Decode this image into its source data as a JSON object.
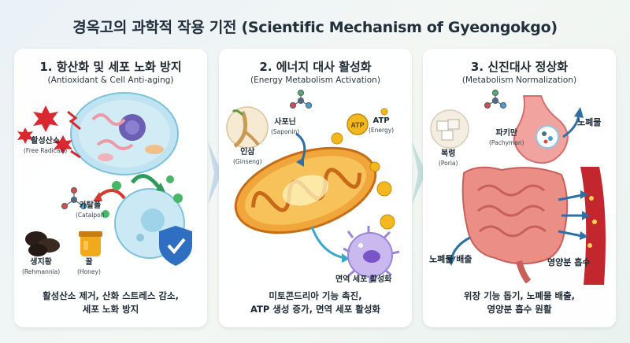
{
  "title": "경옥고의 과학적 작용 기전 (Scientific Mechanism of Gyeongokgo)",
  "panels": [
    {
      "title": "1. 항산화 및 세포 노화 방지",
      "subtitle": "(Antioxidant & Cell Anti-aging)",
      "desc_line1": "활성산소 제거, 산화 스트레스 감소,",
      "desc_line2": "세포 노화 방지",
      "labels": {
        "free_radicals": "활성산소",
        "free_radicals_en": "(Free Radicals)",
        "catalpol": "카탈폴",
        "catalpol_en": "(Catalpol)",
        "rehmannia": "생지황",
        "rehmannia_en": "(Rehmannia)",
        "honey": "꿀",
        "honey_en": "(Honey)"
      }
    },
    {
      "title": "2. 에너지 대사 활성화",
      "subtitle": "(Energy Metabolism Activation)",
      "desc_line1": "미토콘드리아 기능 촉진,",
      "desc_line2": "ATP 생성 증가, 면역 세포 활성화",
      "labels": {
        "saponin": "사포닌",
        "saponin_en": "(Saponin)",
        "ginseng": "인삼",
        "ginseng_en": "(Ginseng)",
        "atp": "ATP",
        "atp_en": "(Energy)",
        "immune": "면역 세포 활성화",
        "atp_badge": "ATP"
      }
    },
    {
      "title": "3. 신진대사 정상화",
      "subtitle": "(Metabolism Normalization)",
      "desc_line1": "위장 기능 돕기, 노폐물 배출,",
      "desc_line2": "영양분 흡수 원활",
      "labels": {
        "pachyman": "파키만",
        "pachyman_en": "(Pachyman)",
        "poria": "복령",
        "poria_en": "(Poria)",
        "waste": "노폐물",
        "waste_out": "노폐물 배출",
        "nutrient": "영양분 흡수"
      }
    }
  ],
  "colors": {
    "accent": "#3aa6c9",
    "radical": "#d9282f",
    "shield": "#2f6fc2",
    "mito": "#e79a2a",
    "atp": "#f2b81e",
    "intestine": "#e9807a",
    "vessel": "#c4262e",
    "arrow": "#2f6fa8"
  }
}
